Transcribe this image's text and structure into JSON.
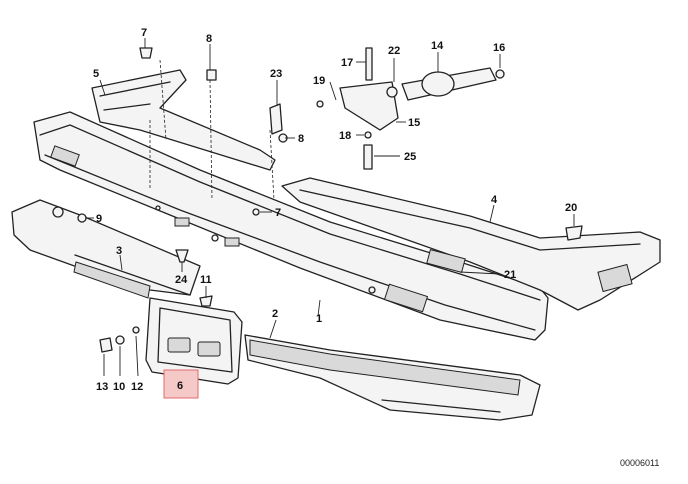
{
  "diagram": {
    "document_number": "00006011",
    "highlight_color": "#f6c9c9",
    "highlighted_callout": "6",
    "callouts": {
      "c1": "1",
      "c2": "2",
      "c3": "3",
      "c4": "4",
      "c5": "5",
      "c6": "6",
      "c7a": "7",
      "c7b": "7",
      "c8a": "8",
      "c8b": "8",
      "c9": "9",
      "c10": "10",
      "c11": "11",
      "c12": "12",
      "c13": "13",
      "c14": "14",
      "c15": "15",
      "c16": "16",
      "c17": "17",
      "c18": "18",
      "c19": "19",
      "c20": "20",
      "c21": "21",
      "c22": "22",
      "c23": "23",
      "c24": "24",
      "c25": "25"
    }
  }
}
